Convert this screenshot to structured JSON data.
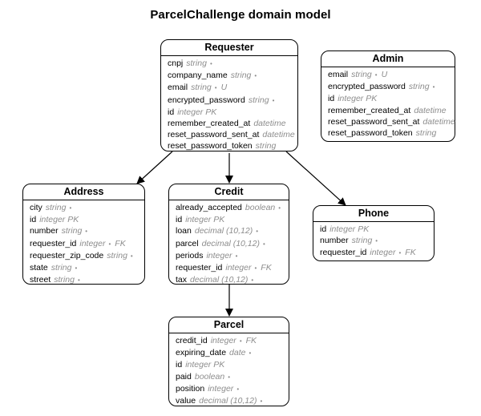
{
  "title": "ParcelChallenge domain model",
  "entities": {
    "requester": {
      "name": "Requester",
      "attributes": [
        {
          "name": "cnpj",
          "type": "string",
          "dot": "•",
          "key": ""
        },
        {
          "name": "company_name",
          "type": "string",
          "dot": "•",
          "key": ""
        },
        {
          "name": "email",
          "type": "string",
          "dot": "•",
          "key": "U"
        },
        {
          "name": "encrypted_password",
          "type": "string",
          "dot": "•",
          "key": ""
        },
        {
          "name": "id",
          "type": "integer PK",
          "dot": "",
          "key": ""
        },
        {
          "name": "remember_created_at",
          "type": "datetime",
          "dot": "",
          "key": ""
        },
        {
          "name": "reset_password_sent_at",
          "type": "datetime",
          "dot": "",
          "key": ""
        },
        {
          "name": "reset_password_token",
          "type": "string",
          "dot": "",
          "key": ""
        }
      ]
    },
    "admin": {
      "name": "Admin",
      "attributes": [
        {
          "name": "email",
          "type": "string",
          "dot": "•",
          "key": "U"
        },
        {
          "name": "encrypted_password",
          "type": "string",
          "dot": "•",
          "key": ""
        },
        {
          "name": "id",
          "type": "integer PK",
          "dot": "",
          "key": ""
        },
        {
          "name": "remember_created_at",
          "type": "datetime",
          "dot": "",
          "key": ""
        },
        {
          "name": "reset_password_sent_at",
          "type": "datetime",
          "dot": "",
          "key": ""
        },
        {
          "name": "reset_password_token",
          "type": "string",
          "dot": "",
          "key": ""
        }
      ]
    },
    "address": {
      "name": "Address",
      "attributes": [
        {
          "name": "city",
          "type": "string",
          "dot": "•",
          "key": ""
        },
        {
          "name": "id",
          "type": "integer PK",
          "dot": "",
          "key": ""
        },
        {
          "name": "number",
          "type": "string",
          "dot": "•",
          "key": ""
        },
        {
          "name": "requester_id",
          "type": "integer",
          "dot": "•",
          "key": "FK"
        },
        {
          "name": "requester_zip_code",
          "type": "string",
          "dot": "•",
          "key": ""
        },
        {
          "name": "state",
          "type": "string",
          "dot": "•",
          "key": ""
        },
        {
          "name": "street",
          "type": "string",
          "dot": "•",
          "key": ""
        }
      ]
    },
    "credit": {
      "name": "Credit",
      "attributes": [
        {
          "name": "already_accepted",
          "type": "boolean",
          "dot": "•",
          "key": ""
        },
        {
          "name": "id",
          "type": "integer PK",
          "dot": "",
          "key": ""
        },
        {
          "name": "loan",
          "type": "decimal (10,12)",
          "dot": "•",
          "key": ""
        },
        {
          "name": "parcel",
          "type": "decimal (10,12)",
          "dot": "•",
          "key": ""
        },
        {
          "name": "periods",
          "type": "integer",
          "dot": "•",
          "key": ""
        },
        {
          "name": "requester_id",
          "type": "integer",
          "dot": "•",
          "key": "FK"
        },
        {
          "name": "tax",
          "type": "decimal (10,12)",
          "dot": "•",
          "key": ""
        }
      ]
    },
    "phone": {
      "name": "Phone",
      "attributes": [
        {
          "name": "id",
          "type": "integer PK",
          "dot": "",
          "key": ""
        },
        {
          "name": "number",
          "type": "string",
          "dot": "•",
          "key": ""
        },
        {
          "name": "requester_id",
          "type": "integer",
          "dot": "•",
          "key": "FK"
        }
      ]
    },
    "parcel": {
      "name": "Parcel",
      "attributes": [
        {
          "name": "credit_id",
          "type": "integer",
          "dot": "•",
          "key": "FK"
        },
        {
          "name": "expiring_date",
          "type": "date",
          "dot": "•",
          "key": ""
        },
        {
          "name": "id",
          "type": "integer PK",
          "dot": "",
          "key": ""
        },
        {
          "name": "paid",
          "type": "boolean",
          "dot": "•",
          "key": ""
        },
        {
          "name": "position",
          "type": "integer",
          "dot": "•",
          "key": ""
        },
        {
          "name": "value",
          "type": "decimal (10,12)",
          "dot": "•",
          "key": ""
        }
      ]
    }
  }
}
